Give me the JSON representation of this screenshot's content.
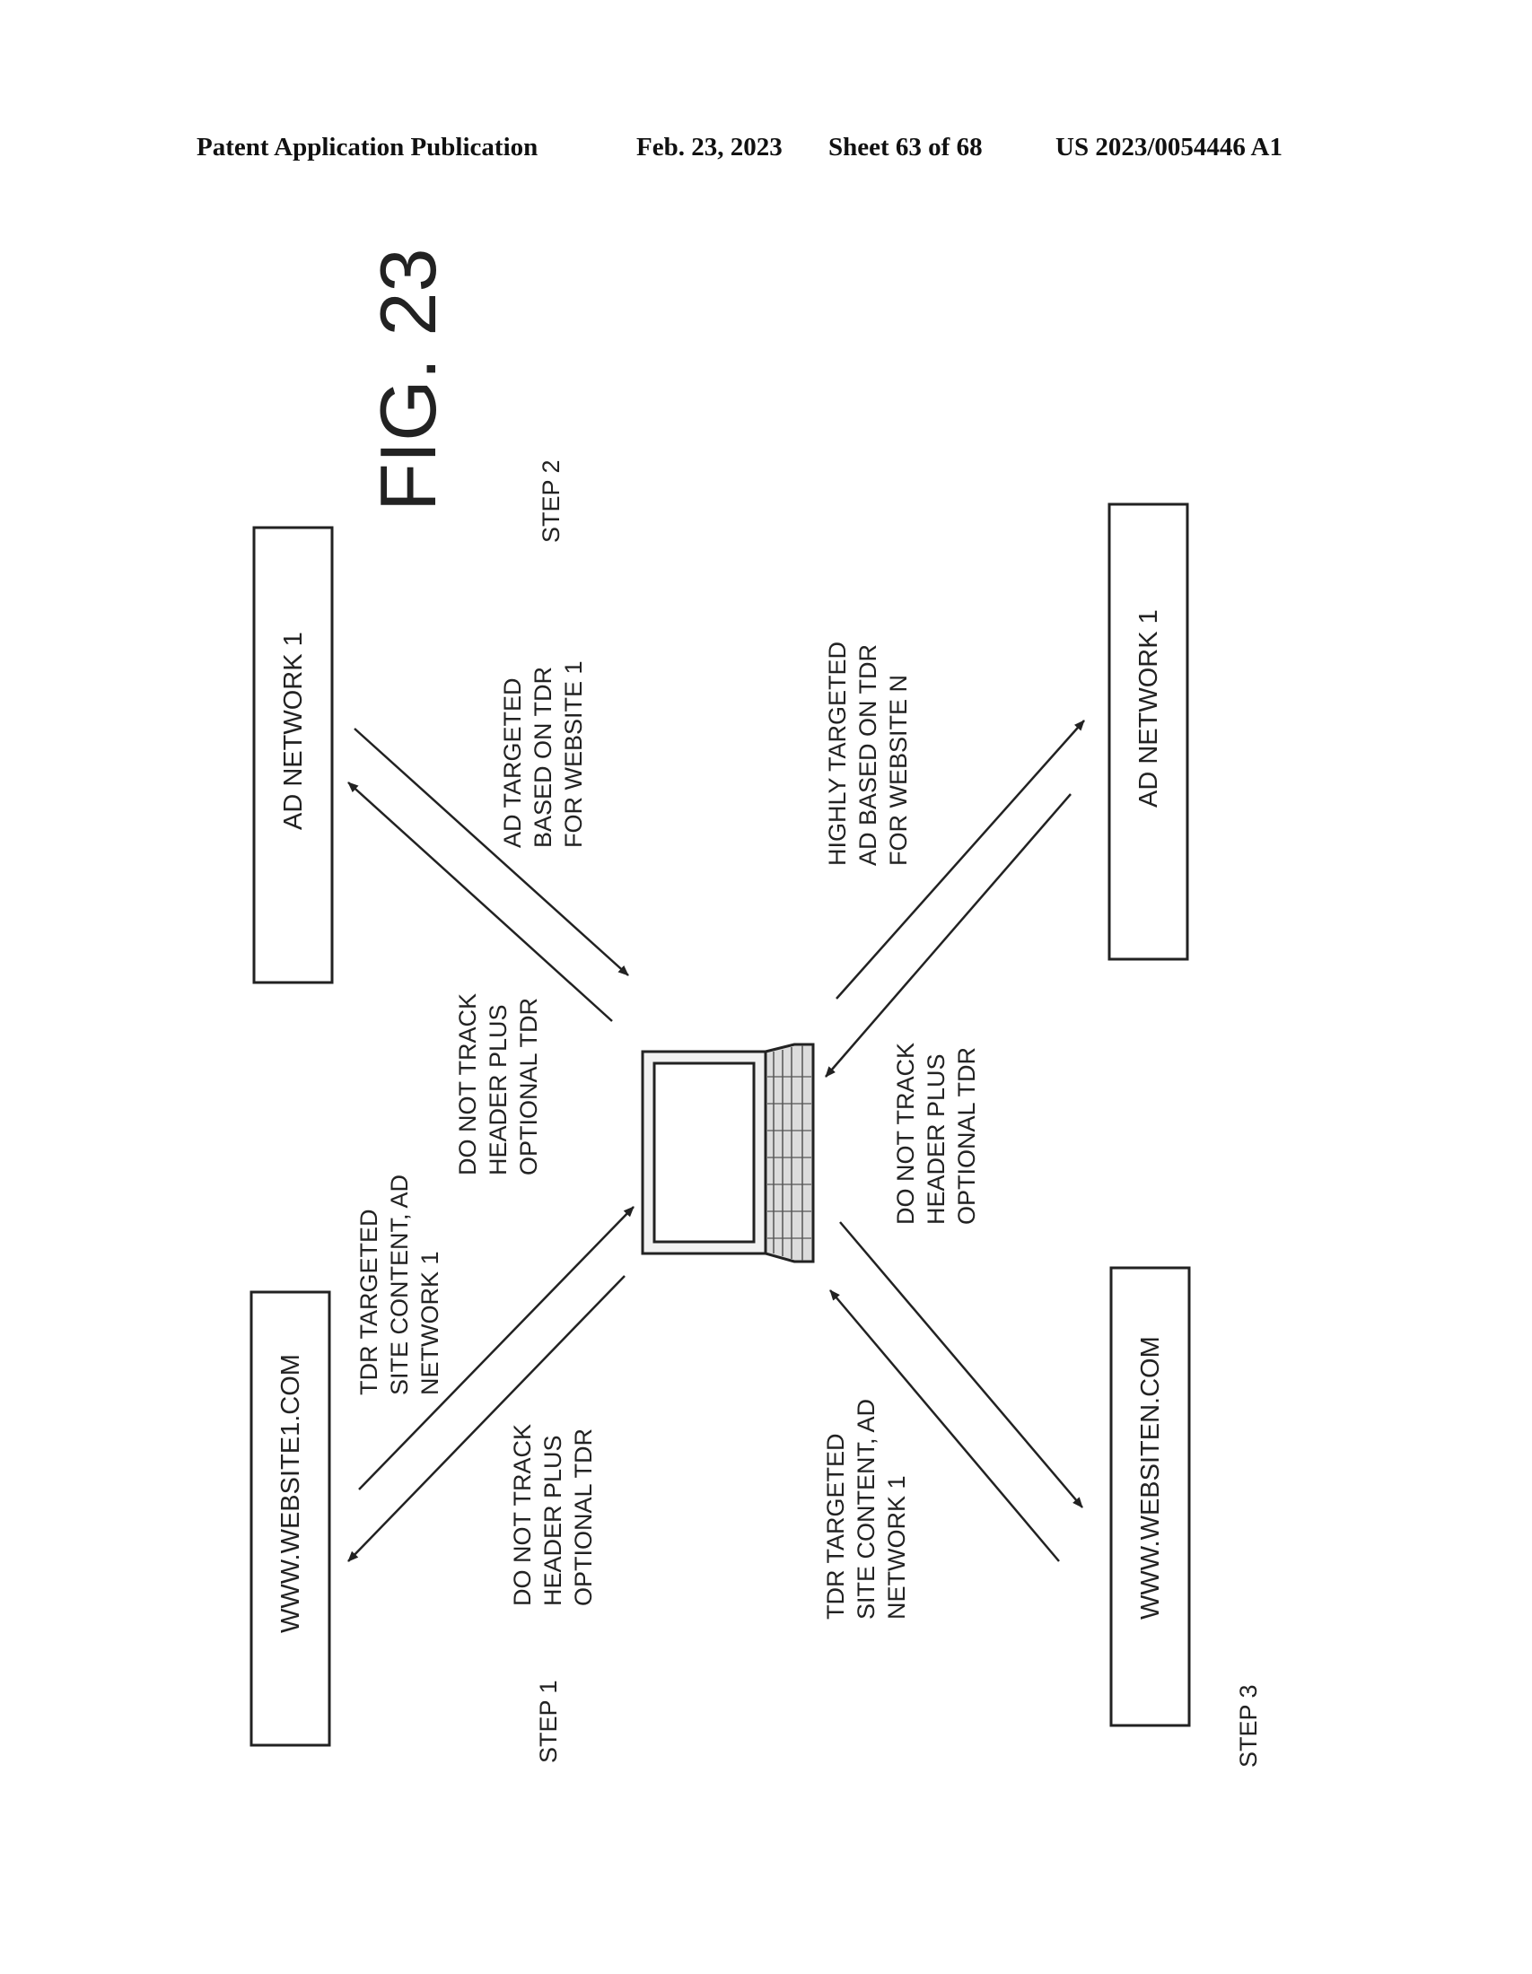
{
  "header": {
    "publication": "Patent Application Publication",
    "date": "Feb. 23, 2023",
    "sheet": "Sheet 63 of 68",
    "number": "US 2023/0054446 A1"
  },
  "figure": {
    "label": "FIG. 23",
    "nodes": {
      "website1": "WWW.WEBSITE1.COM",
      "ad_network_top": "AD NETWORK 1",
      "ad_network_bottom": "AD NETWORK 1",
      "websiten": "WWW.WEBSITEN.COM"
    },
    "steps": {
      "step1": "STEP 1",
      "step2": "STEP 2",
      "step3": "STEP 3"
    },
    "labels": {
      "website1_request": [
        "DO NOT TRACK",
        "HEADER PLUS",
        "OPTIONAL TDR"
      ],
      "website1_response": [
        "TDR TARGETED",
        "SITE CONTENT, AD",
        "NETWORK 1"
      ],
      "adnetwork_top_request": [
        "DO NOT TRACK",
        "HEADER PLUS",
        "OPTIONAL TDR"
      ],
      "adnetwork_top_response": [
        "AD TARGETED",
        "BASED ON TDR",
        "FOR WEBSITE 1"
      ],
      "adnetwork_bottom_response": [
        "HIGHLY TARGETED",
        "AD BASED ON TDR",
        "FOR WEBSITE N"
      ],
      "websiten_request": [
        "DO NOT TRACK",
        "HEADER PLUS",
        "OPTIONAL TDR"
      ],
      "websiten_response": [
        "TDR TARGETED",
        "SITE CONTENT, AD",
        "NETWORK 1"
      ]
    }
  }
}
